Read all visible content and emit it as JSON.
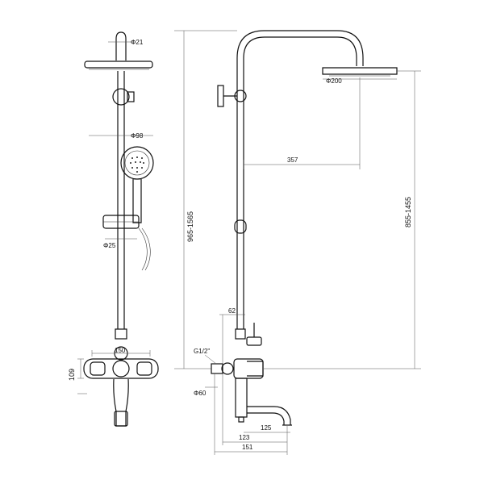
{
  "labels": {
    "head_pipe_dia": "Φ21",
    "hand_shower_dia": "Φ98",
    "slider_dia": "Φ25",
    "mixer_width": "150",
    "mixer_height": "109",
    "height_total": "965-1565",
    "head_dia": "Φ200",
    "arm_reach": "357",
    "height_head": "855-1455",
    "offset_62": "62",
    "inlet_thread": "G1/2\"",
    "cover_dia": "Φ60",
    "spout_125": "125",
    "spout_123": "123",
    "spout_151": "151"
  }
}
